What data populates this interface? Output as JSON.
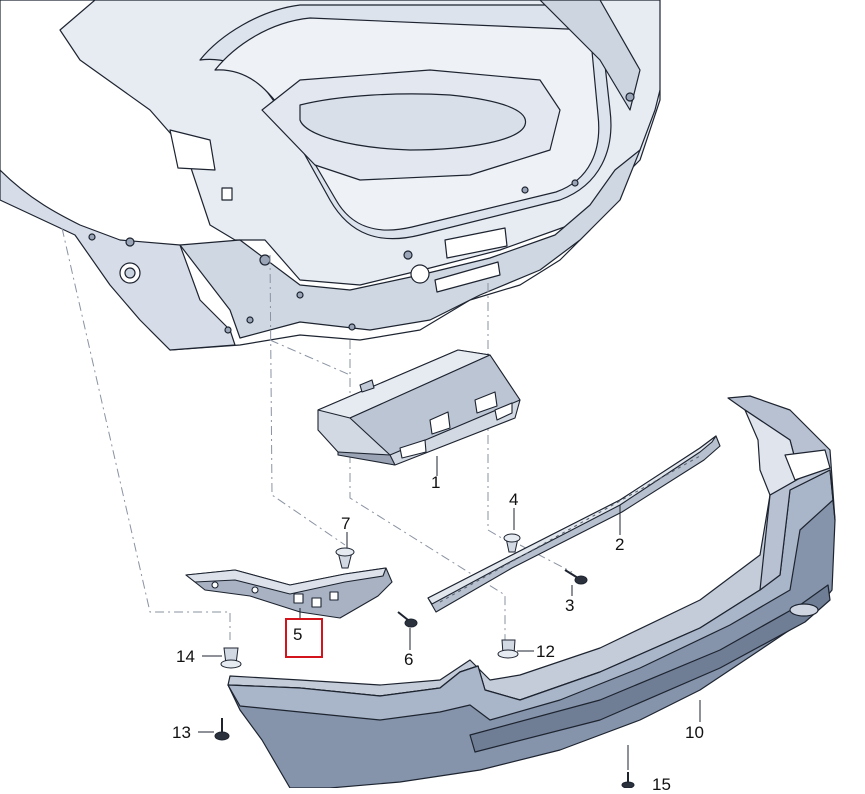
{
  "callouts": {
    "c1": "1",
    "c2": "2",
    "c3": "3",
    "c4": "4",
    "c5": "5",
    "c6": "6",
    "c7": "7",
    "c10": "10",
    "c12": "12",
    "c13": "13",
    "c14": "14",
    "c15": "15"
  },
  "highlight": {
    "target": "5",
    "color": "#d4141c"
  },
  "colors": {
    "body_fill": "#e7ebf2",
    "body_shade": "#c9d2df",
    "bumper_dark": "#7d8ba3",
    "bumper_mid": "#b3bed0",
    "part_fill": "#d3d9e3",
    "part_dark": "#5b6472",
    "line": "#1d2430",
    "leader": "#8a93a2"
  },
  "icons": [
    "car-body-rear",
    "trunk-opening",
    "absorber-bracket",
    "bumper-cover",
    "guide-rail",
    "clip",
    "screw"
  ]
}
